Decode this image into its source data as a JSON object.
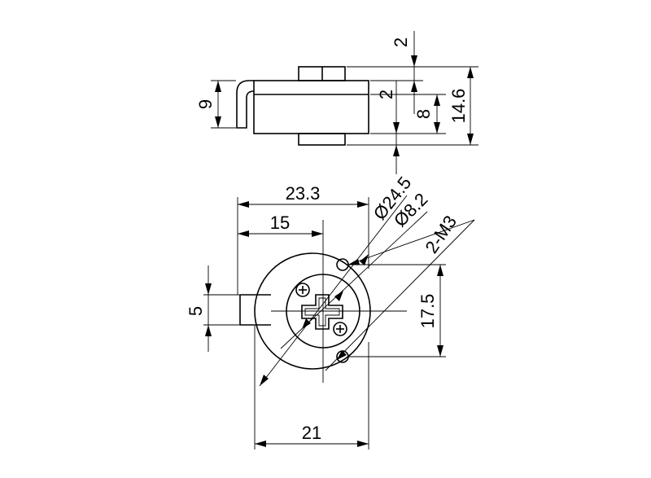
{
  "drawing": {
    "side_view": {
      "dims": {
        "top_thickness": "2",
        "height": "9",
        "gap": "2",
        "body": "8",
        "overall": "14.6"
      }
    },
    "front_view": {
      "dims": {
        "width_overall": "23.3",
        "width_to_axis": "15",
        "slot": "5",
        "hole_spacing": "17.5",
        "base_width": "21",
        "dia_outer": "Ø24.5",
        "dia_inner": "Ø8.2",
        "holes": "2-M3"
      }
    }
  }
}
